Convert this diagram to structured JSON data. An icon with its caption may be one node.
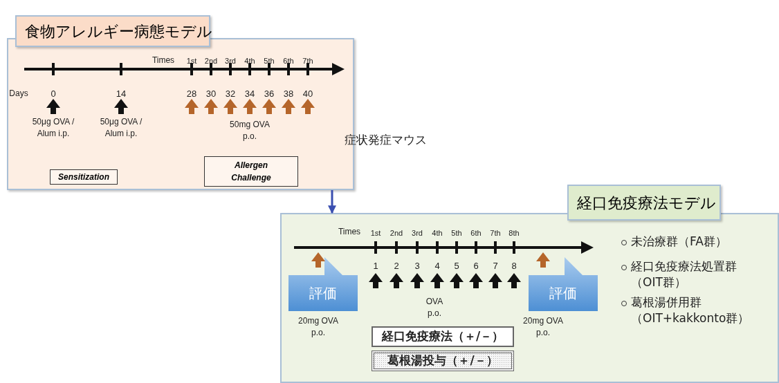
{
  "diagram": {
    "nodes": [
      {
        "text": [
          "食物アレルギー病態モデル"
        ]
      },
      {
        "text": [
          "Sensitization"
        ],
        "in": 0
      },
      {
        "text": [
          "Allergen Challenge"
        ],
        "in": 0
      },
      {
        "text": [
          "経口免疫療法モデル"
        ]
      },
      {
        "text": [
          "評価"
        ],
        "in": 3
      },
      {
        "text": [
          "評価"
        ],
        "in": 3
      },
      {
        "text": [
          "経口免疫療法（＋/－）"
        ],
        "in": 3
      },
      {
        "text": [
          "葛根湯投与（＋/－）"
        ],
        "in": 3
      }
    ],
    "edges": [
      {
        "from": 0,
        "to": 3,
        "arrow": "to",
        "label": "症状発症マウス",
        "color": "#3a4fb0"
      }
    ],
    "labels": [
      "Times",
      "1st",
      "2nd",
      "3rd",
      "4th",
      "5th",
      "6th",
      "7th",
      "Days",
      "0",
      "14",
      "28",
      "30",
      "32",
      "34",
      "36",
      "38",
      "40",
      "50μg OVA / Alum i.p.",
      "50μg OVA / Alum i.p.",
      "50mg OVA p.o.",
      "Times",
      "1st",
      "2nd",
      "3rd",
      "4th",
      "5th",
      "6th",
      "7th",
      "8th",
      "1",
      "2",
      "3",
      "4",
      "5",
      "6",
      "7",
      "8",
      "OVA p.o.",
      "20mg OVA p.o.",
      "20mg OVA p.o.",
      "未治療群（FA群）",
      "経口免疫療法処置群（OIT群）",
      "葛根湯併用群（OIT+kakkonto群）"
    ]
  }
}
